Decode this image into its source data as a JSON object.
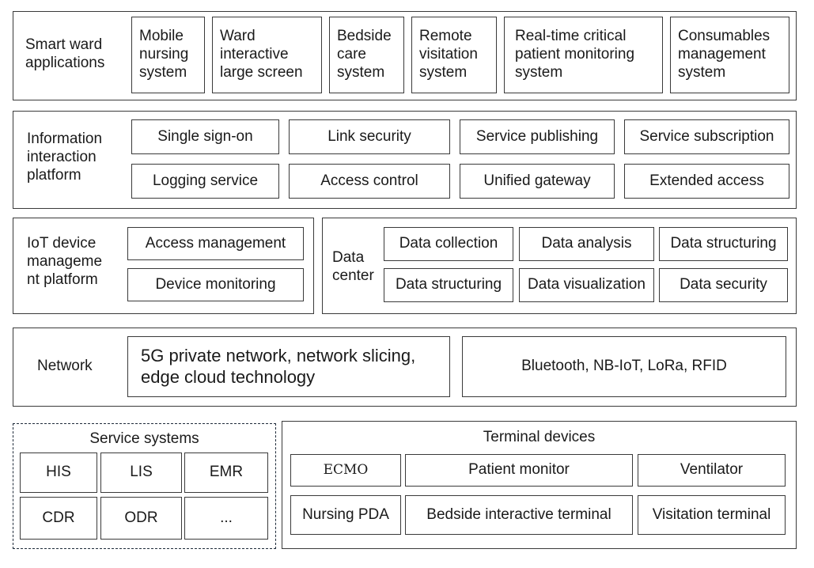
{
  "smart_ward": {
    "label": "Smart ward\napplications",
    "items": [
      "Mobile\nnursing\nsystem",
      "Ward\ninteractive\nlarge screen",
      "Bedside\ncare\nsystem",
      "Remote\nvisitation\nsystem",
      "Real-time critical\npatient monitoring\nsystem",
      "Consumables\nmanagement\nsystem"
    ]
  },
  "info_platform": {
    "label": "Information\ninteraction\nplatform",
    "items": [
      "Single sign-on",
      "Link security",
      "Service publishing",
      "Service subscription",
      "Logging service",
      "Access control",
      "Unified gateway",
      "Extended access"
    ]
  },
  "iot": {
    "label": "IoT device\nmanageme\nnt platform",
    "items": [
      "Access management",
      "Device monitoring"
    ]
  },
  "data_center": {
    "label": "Data\ncenter",
    "items": [
      "Data collection",
      "Data analysis",
      "Data structuring",
      "Data structuring",
      "Data visualization",
      "Data security"
    ]
  },
  "network": {
    "label": "Network",
    "items": [
      "5G private network, network slicing,\nedge cloud technology",
      "Bluetooth, NB-IoT, LoRa, RFID"
    ]
  },
  "service_systems": {
    "title": "Service systems",
    "items": [
      "HIS",
      "LIS",
      "EMR",
      "CDR",
      "ODR",
      "..."
    ]
  },
  "terminal_devices": {
    "title": "Terminal devices",
    "items": [
      "ECMO",
      "Patient monitor",
      "Ventilator",
      "Nursing PDA",
      "Bedside interactive terminal",
      "Visitation terminal"
    ]
  }
}
